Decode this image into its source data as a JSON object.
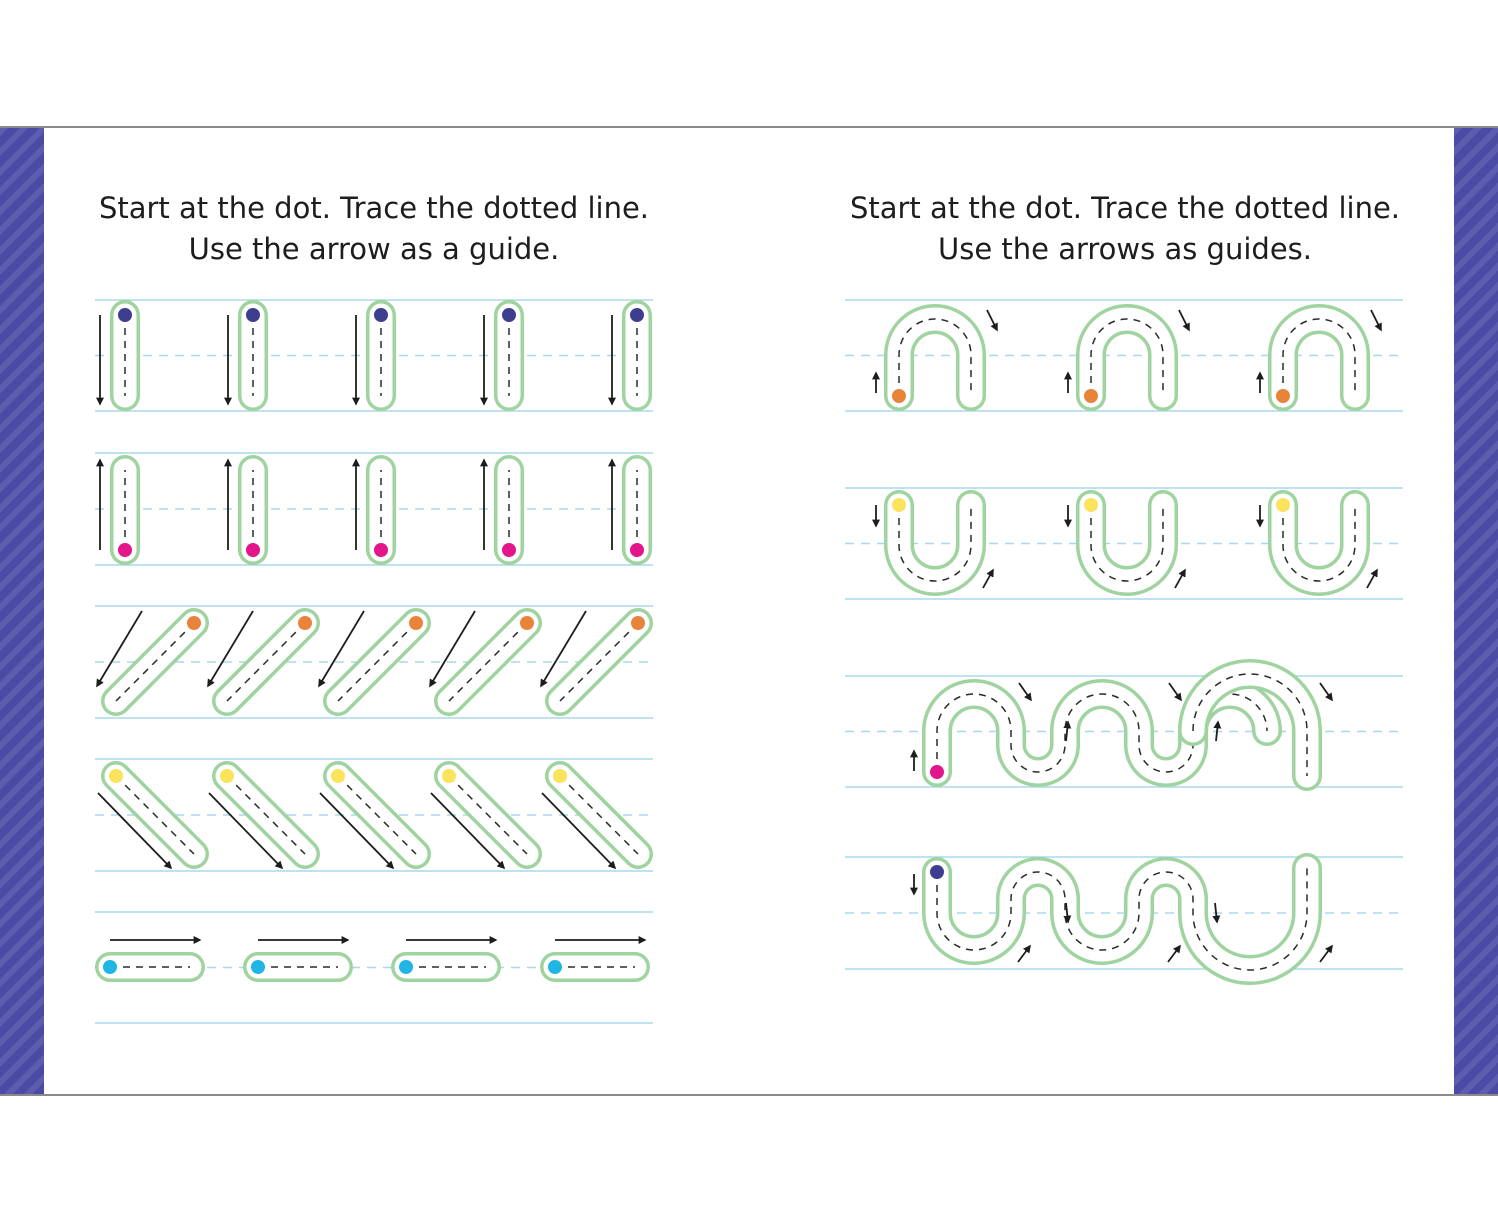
{
  "page": {
    "left_instruction": {
      "line1": "Start at the dot. Trace the dotted line.",
      "line2": "Use the arrow as a guide."
    },
    "right_instruction": {
      "line1": "Start at the dot. Trace the dotted line.",
      "line2": "Use the arrows as guides."
    }
  },
  "colors": {
    "band": "#4b4ba6",
    "guide_line": "#a9d8ea",
    "track_outline": "#9fd39f",
    "track_dash": "#2a2a2a",
    "arrow": "#1d1d1d",
    "dot_navy": "#3f3d8f",
    "dot_magenta": "#e2168a",
    "dot_orange": "#e8843a",
    "dot_yellow": "#fbe35c",
    "dot_cyan": "#1fb6e6"
  },
  "icons": {
    "start_dot": "circle-dot",
    "direction_arrow": "arrow-icon"
  }
}
